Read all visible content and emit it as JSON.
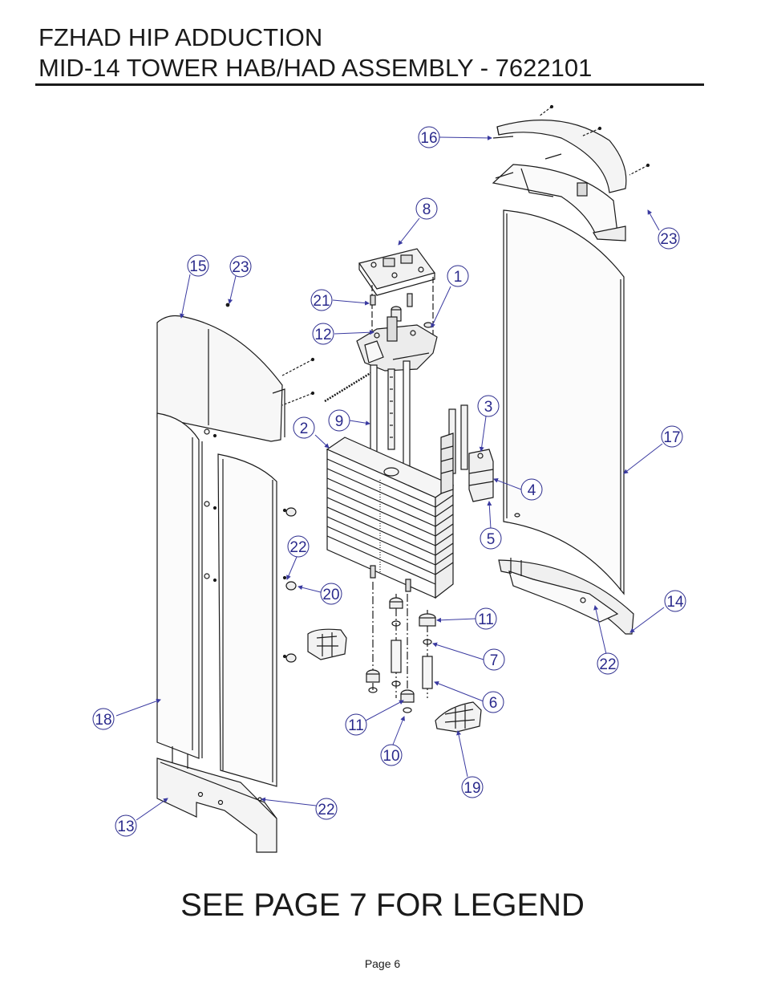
{
  "header": {
    "title_line_1": "FZHAD HIP ADDUCTION",
    "title_line_2": "MID-14 TOWER HAB/HAD ASSEMBLY - 7622101"
  },
  "diagram": {
    "callouts": [
      "16",
      "8",
      "23",
      "15",
      "23",
      "1",
      "21",
      "12",
      "3",
      "2",
      "9",
      "17",
      "4",
      "5",
      "22",
      "20",
      "11",
      "14",
      "7",
      "22",
      "6",
      "18",
      "11",
      "10",
      "19",
      "22",
      "13"
    ]
  },
  "footer": {
    "legend_note": "SEE PAGE 7 FOR LEGEND",
    "page_label": "Page 6"
  },
  "colors": {
    "line": "#1a1a1a",
    "callout": "#2a2a8c",
    "leader": "#3a3aa0"
  }
}
